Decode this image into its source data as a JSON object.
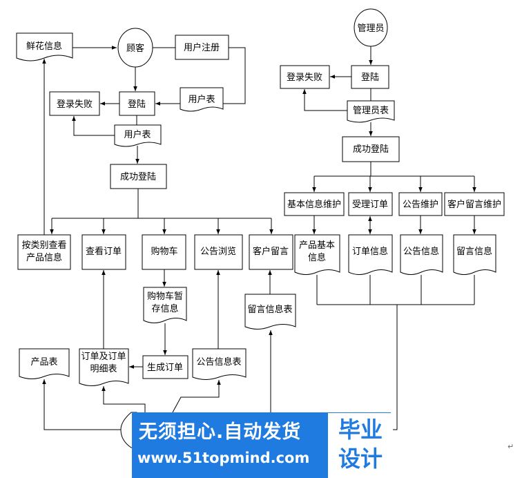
{
  "diagram": {
    "customer_side": {
      "flower_info": "鲜花信息",
      "customer": "顾客",
      "user_register": "用户注册",
      "login_failed": "登录失败",
      "login": "登陆",
      "user_table_right": "用户表",
      "user_table": "用户表",
      "login_success": "成功登陆",
      "browse_by_category": "按类别查看产品信息",
      "view_orders": "查看订单",
      "cart": "购物车",
      "notice_browse": "公告浏览",
      "customer_message": "客户留言",
      "cart_temp_info": "购物车暂存信息",
      "message_table": "留言信息表",
      "product_table": "产品表",
      "order_detail_table": "订单及订单明细表",
      "generate_order": "生成订单",
      "notice_table": "公告信息表"
    },
    "admin_side": {
      "admin": "管理员",
      "login_failed": "登录失败",
      "login": "登陆",
      "admin_table": "管理员表",
      "login_success": "成功登陆",
      "basic_info_maint": "基本信息维护",
      "accept_orders": "受理订单",
      "notice_maint": "公告维护",
      "customer_message_maint": "客户留言维护",
      "product_basic_info": "产品基本信息",
      "order_info": "订单信息",
      "notice_info": "公告信息",
      "message_info": "留言信息"
    }
  },
  "watermark": {
    "slogan": "无须担心.自动发货",
    "url": "www.51topmind.com",
    "badge_top": "毕业",
    "badge_bottom": "设计"
  }
}
